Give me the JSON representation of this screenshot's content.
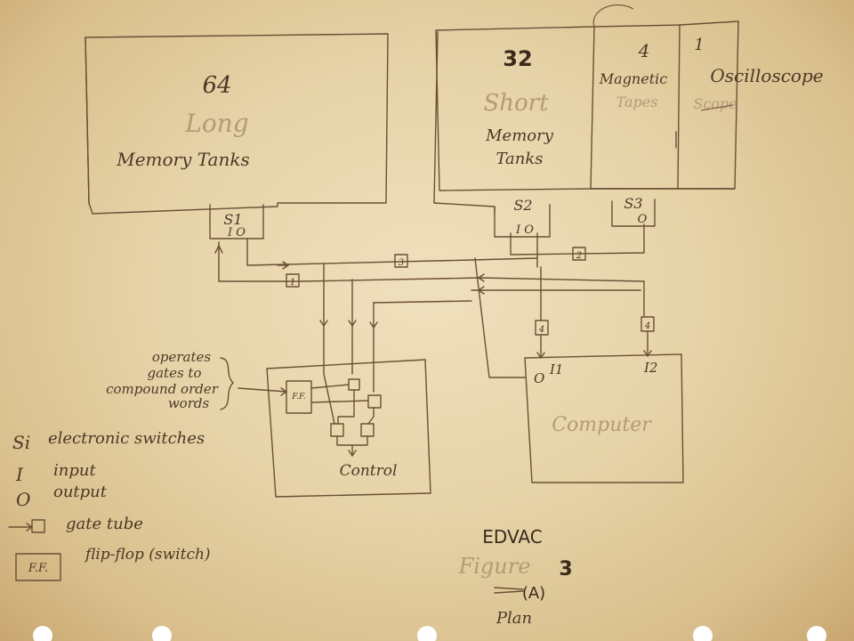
{
  "blocks": {
    "long_memory": {
      "count": "64",
      "word": "Long",
      "label": "Memory Tanks"
    },
    "short_memory": {
      "count": "32",
      "word": "Short",
      "label_line1": "Memory",
      "label_line2": "Tanks"
    },
    "tapes": {
      "count": "4",
      "label_line1": "Magnetic",
      "label_line2": "Tapes"
    },
    "scope": {
      "count": "1",
      "label": "Oscilloscope",
      "sub": "Scope"
    },
    "computer": {
      "label": "Computer",
      "out": "O",
      "in1": "I1",
      "in2": "I2"
    },
    "control": {
      "label": "Control",
      "ff": "F.F."
    }
  },
  "switches": {
    "s1": {
      "name": "S1",
      "io": "I  O"
    },
    "s2": {
      "name": "S2",
      "io": "I  O"
    },
    "s3": {
      "name": "S3",
      "io": "O"
    }
  },
  "gate_labels": [
    "1",
    "2",
    "3",
    "4"
  ],
  "annotation": {
    "line1": "operates",
    "line2": "gates to",
    "line3": "compound order",
    "line4": "words"
  },
  "legend": [
    {
      "key": "Si",
      "text": "electronic switches"
    },
    {
      "key": "I",
      "text": "input"
    },
    {
      "key": "O",
      "text": "output"
    },
    {
      "key": "",
      "text": "gate tube"
    },
    {
      "key": "F.F.",
      "text": "flip-flop (switch)"
    }
  ],
  "caption": {
    "title": "EDVAC",
    "figure": "Figure",
    "number": "3",
    "sub": "(A)",
    "plan": "Plan"
  }
}
